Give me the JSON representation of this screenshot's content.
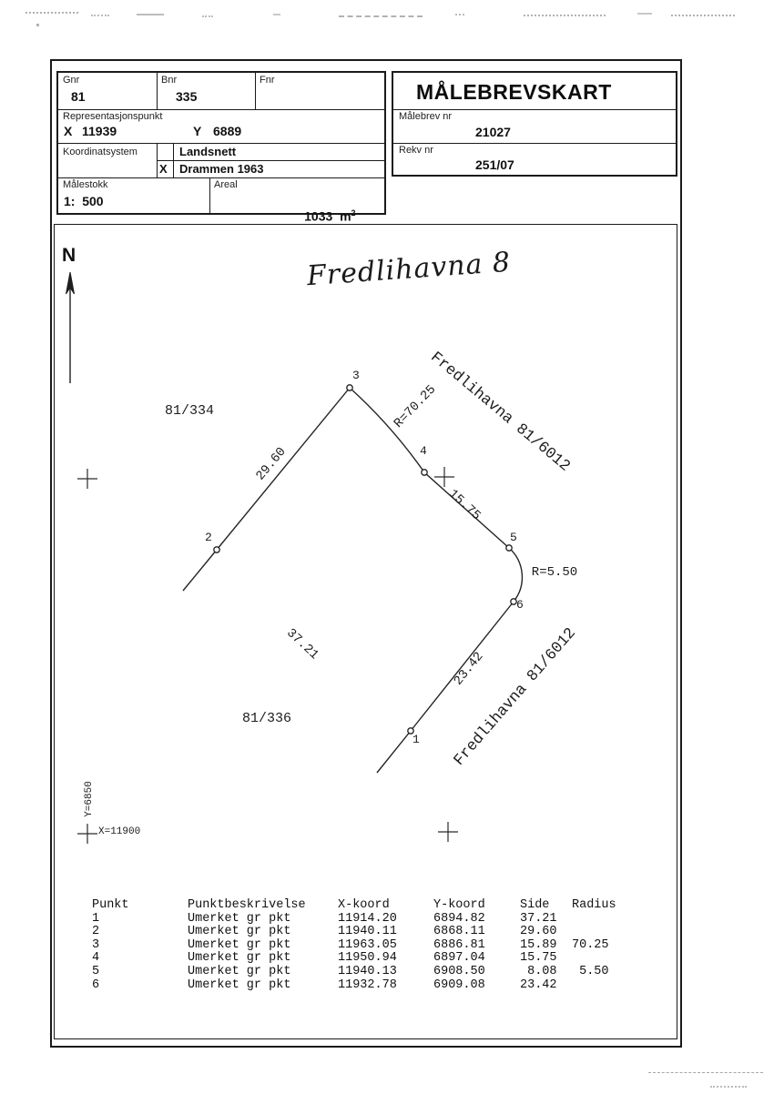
{
  "header": {
    "gnr_label": "Gnr",
    "gnr_value": "81",
    "bnr_label": "Bnr",
    "bnr_value": "335",
    "fnr_label": "Fnr",
    "rep_label": "Representasjonspunkt",
    "rep_x_label": "X",
    "rep_x_value": "11939",
    "rep_y_label": "Y",
    "rep_y_value": "6889",
    "koordsys_label": "Koordinatsystem",
    "koordsys_row1": "Landsnett",
    "koordsys_row2": "Drammen 1963",
    "koordsys_row2_mark": "X",
    "malestokk_label": "Målestokk",
    "malestokk_value": "1:  500",
    "areal_label": "Areal",
    "areal_value": "1033",
    "areal_unit": "m",
    "areal_sup": "2",
    "title": "MÅLEBREVSKART",
    "malebrev_label": "Målebrev nr",
    "malebrev_value": "21027",
    "rekv_label": "Rekv nr",
    "rekv_value": "251/07"
  },
  "map": {
    "north": "N",
    "handwritten": "Fredlihavna 8",
    "parcel_left": "81/334",
    "parcel_bottom": "81/336",
    "street_upper": "Fredlihavna 81/6012",
    "street_lower": "Fredlihavna 81/6012",
    "side_2_3": "29.60",
    "radius_3_4": "R=70.25",
    "side_4_5": "15.75",
    "radius_5_6": "R=5.50",
    "side_6_1": "23.42",
    "side_1_2": "37.21",
    "pt1": "1",
    "pt2": "2",
    "pt3": "3",
    "pt4": "4",
    "pt5": "5",
    "pt6": "6",
    "grid_y": "Y=6850",
    "grid_x": "X=11900"
  },
  "table": {
    "headers": [
      "Punkt",
      "Punktbeskrivelse",
      "X-koord",
      "Y-koord",
      "Side",
      "Radius"
    ],
    "rows": [
      [
        "1",
        "Umerket gr pkt",
        "11914.20",
        "6894.82",
        "37.21",
        ""
      ],
      [
        "2",
        "Umerket gr pkt",
        "11940.11",
        "6868.11",
        "29.60",
        ""
      ],
      [
        "3",
        "Umerket gr pkt",
        "11963.05",
        "6886.81",
        "15.89",
        "70.25"
      ],
      [
        "4",
        "Umerket gr pkt",
        "11950.94",
        "6897.04",
        "15.75",
        ""
      ],
      [
        "5",
        "Umerket gr pkt",
        "11940.13",
        "6908.50",
        " 8.08",
        " 5.50"
      ],
      [
        "6",
        "Umerket gr pkt",
        "11932.78",
        "6909.08",
        "23.42",
        ""
      ]
    ]
  }
}
